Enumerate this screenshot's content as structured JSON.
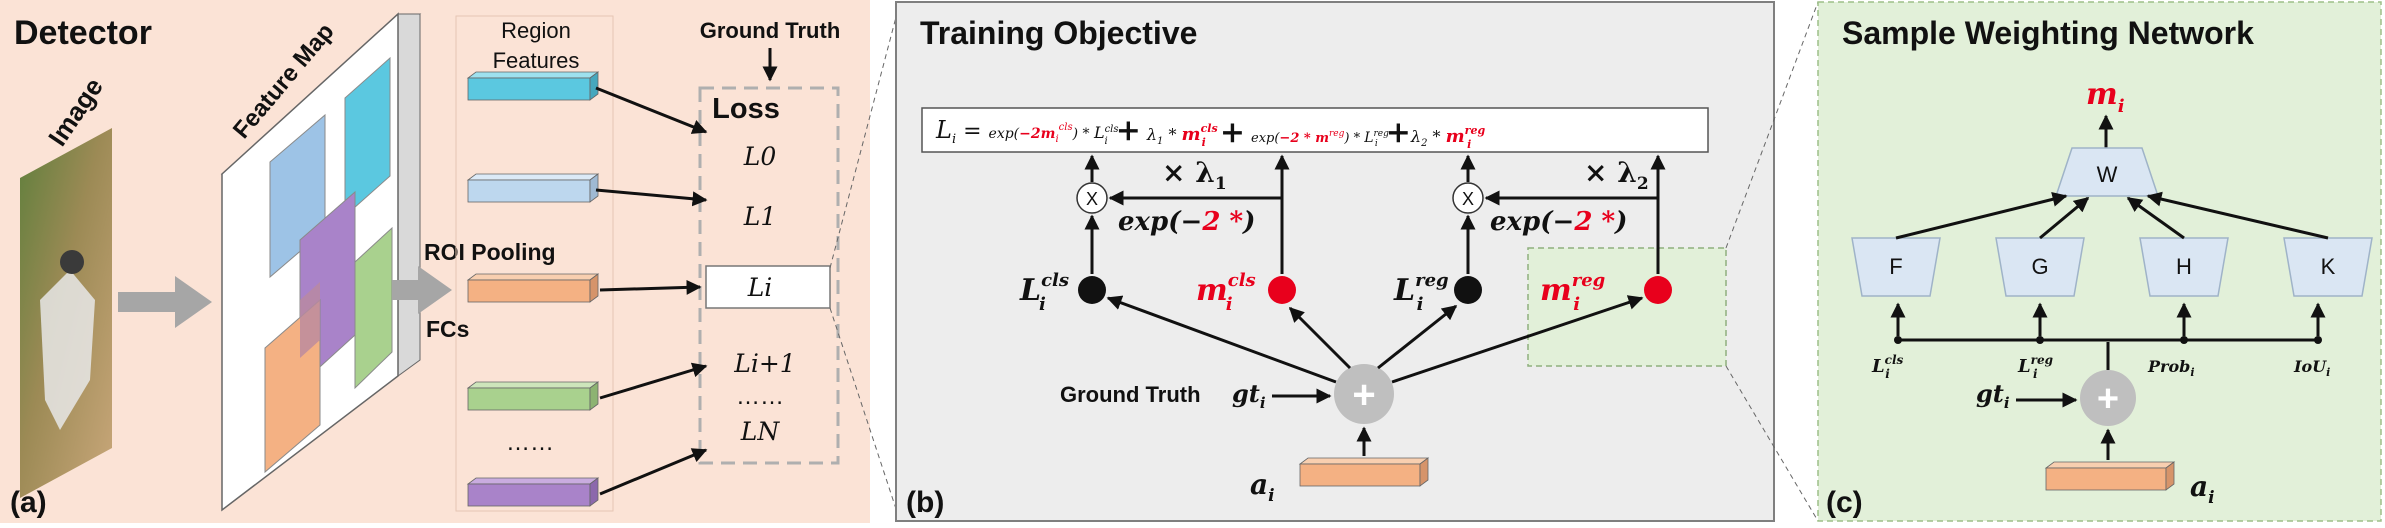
{
  "panel_a": {
    "title": "Detector",
    "image_label": "Image",
    "feature_map_label": "Feature Map",
    "roi_pooling_label": "ROI Pooling",
    "fcs_label": "FCs",
    "region_features_label": [
      "Region",
      "Features"
    ],
    "ground_truth_label": "Ground Truth",
    "loss_label": "Loss",
    "loss_items": [
      "L0",
      "L1",
      "Li",
      "Li+1",
      "……",
      "LN"
    ],
    "region_dots": "……",
    "panel_tag": "(a)",
    "colors": {
      "background": "#FBE3D6",
      "region_blue": "#5BC8E0",
      "region_lightblue": "#BDD7EE",
      "region_orange": "#F4B183",
      "region_green": "#A9D18E",
      "region_purple": "#A983C9"
    }
  },
  "panel_b": {
    "title": "Training Objective",
    "ground_truth_label": "Ground Truth",
    "gt_symbol": "gt_i",
    "anchor_symbol": "a_i",
    "plus_symbol": "+",
    "multiply_symbol": "X",
    "lambda1": "× λ1",
    "lambda2": "× λ2",
    "exp_label": "exp(−2 *)",
    "node_labels": [
      "L_i^cls",
      "m_i^cls",
      "L_i^reg",
      "m_i^reg"
    ],
    "equation": "L_i = exp(−2m_i^cls) * L_i^cls + λ1 * m_i^cls + exp(−2 * m_i^reg) * L_i^reg + λ2 * m_i^reg",
    "panel_tag": "(b)",
    "colors": {
      "background": "#EDEDED",
      "red": "#E8001C",
      "highlight": "#E2F0D9"
    }
  },
  "panel_c": {
    "title": "Sample Weighting Network",
    "output_symbol": "m_i",
    "blocks": [
      "W",
      "F",
      "G",
      "H",
      "K"
    ],
    "inputs": [
      "L_i^cls",
      "L_i^reg",
      "Prob_i",
      "IoU_i"
    ],
    "gt_symbol": "gt_i",
    "anchor_symbol": "a_i",
    "plus_symbol": "+",
    "panel_tag": "(c)",
    "colors": {
      "background": "#E2F0D9",
      "block": "#DAE6F3"
    }
  }
}
